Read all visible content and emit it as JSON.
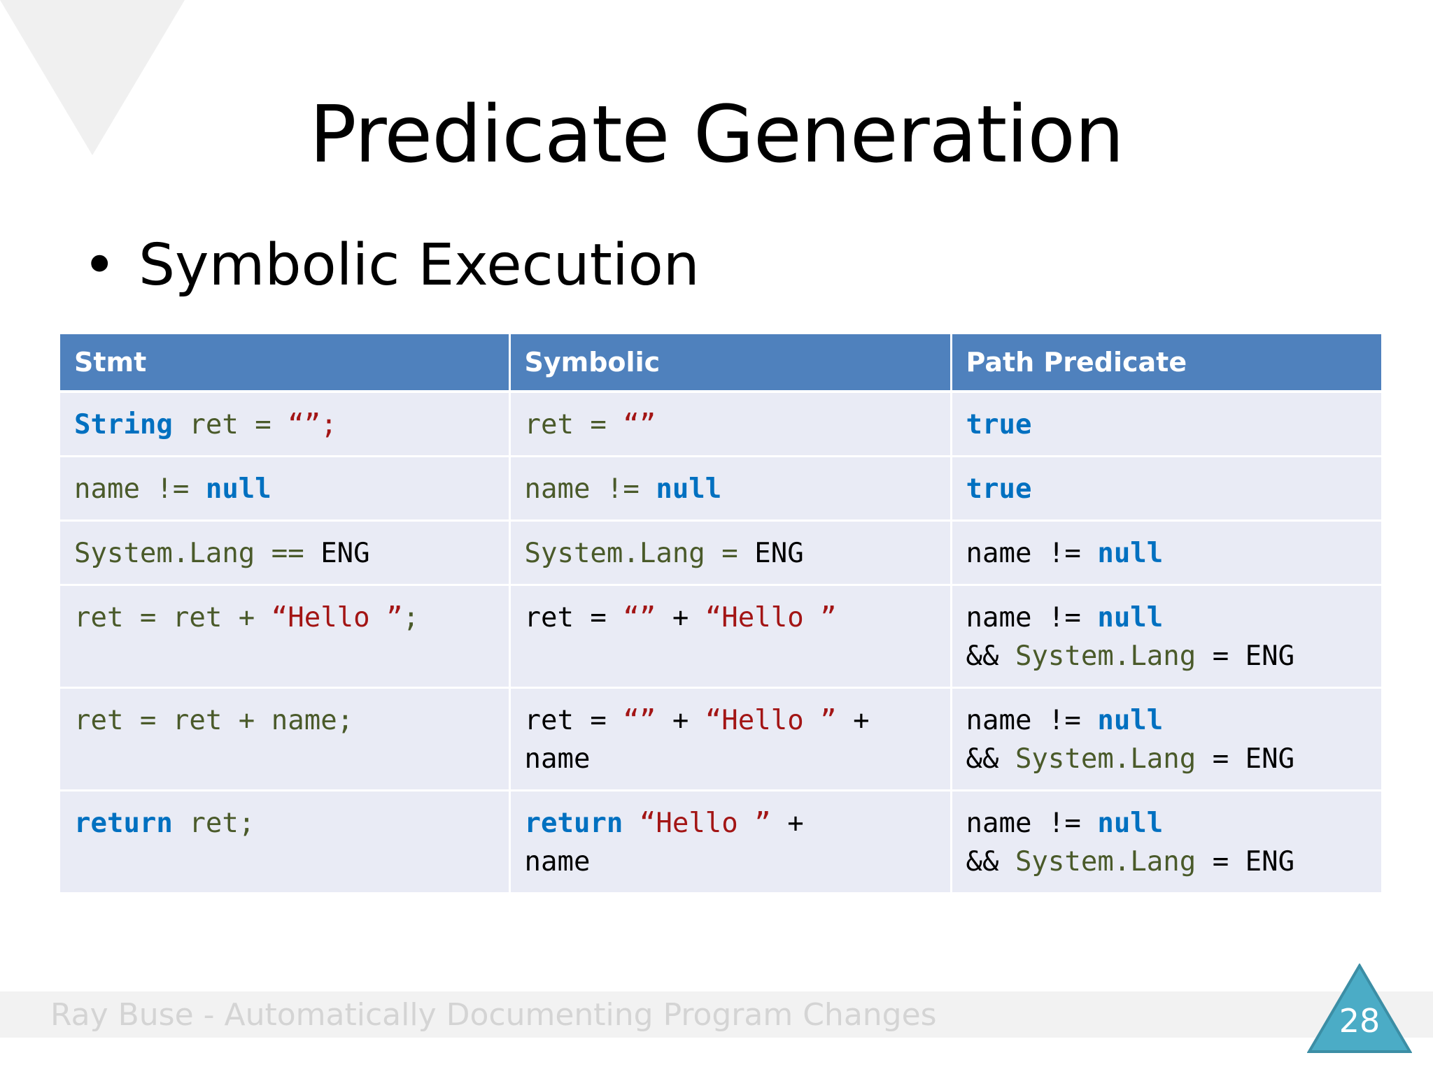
{
  "title": "Predicate Generation",
  "bullet": "Symbolic Execution",
  "table": {
    "headers": [
      "Stmt",
      "Symbolic",
      "Path Predicate"
    ],
    "rows": [
      [
        [
          [
            "String",
            "kw"
          ],
          [
            " ret = ",
            "id"
          ],
          [
            "“”;",
            "str"
          ]
        ],
        [
          [
            "ret = ",
            "id"
          ],
          [
            "“”",
            "str"
          ]
        ],
        [
          [
            "true",
            "kw"
          ]
        ]
      ],
      [
        [
          [
            "name != ",
            "id"
          ],
          [
            "null",
            "kw"
          ]
        ],
        [
          [
            "name != ",
            "id"
          ],
          [
            "null",
            "kw"
          ]
        ],
        [
          [
            "true",
            "kw"
          ]
        ]
      ],
      [
        [
          [
            "System.Lang == ",
            "id"
          ],
          [
            "ENG",
            "pl"
          ]
        ],
        [
          [
            "System.Lang = ",
            "id"
          ],
          [
            "ENG",
            "pl"
          ]
        ],
        [
          [
            "name != ",
            "pl"
          ],
          [
            "null",
            "kw"
          ]
        ]
      ],
      [
        [
          [
            "ret = ret + ",
            "id"
          ],
          [
            "“Hello ”",
            "str"
          ],
          [
            ";",
            "id"
          ]
        ],
        [
          [
            "ret = ",
            "pl"
          ],
          [
            "“”",
            "str"
          ],
          [
            " + ",
            "pl"
          ],
          [
            "“Hello ”",
            "str"
          ]
        ],
        [
          [
            "name != ",
            "pl"
          ],
          [
            "null",
            "kw"
          ],
          [
            "\n&& ",
            "pl"
          ],
          [
            "System.Lang",
            "id"
          ],
          [
            " = ENG",
            "pl"
          ]
        ]
      ],
      [
        [
          [
            "ret = ret + name;",
            "id"
          ]
        ],
        [
          [
            "ret = ",
            "pl"
          ],
          [
            "“”",
            "str"
          ],
          [
            " + ",
            "pl"
          ],
          [
            "“Hello ”",
            "str"
          ],
          [
            " +\nname",
            "pl"
          ]
        ],
        [
          [
            "name != ",
            "pl"
          ],
          [
            "null",
            "kw"
          ],
          [
            "\n&& ",
            "pl"
          ],
          [
            "System.Lang",
            "id"
          ],
          [
            " = ENG",
            "pl"
          ]
        ]
      ],
      [
        [
          [
            "return",
            "kw"
          ],
          [
            " ret;",
            "id"
          ]
        ],
        [
          [
            "return",
            "kw"
          ],
          [
            " ",
            "pl"
          ],
          [
            "“Hello ”",
            "str"
          ],
          [
            " +\nname",
            "pl"
          ]
        ],
        [
          [
            "name != ",
            "pl"
          ],
          [
            "null",
            "kw"
          ],
          [
            "\n&& ",
            "pl"
          ],
          [
            "System.Lang",
            "id"
          ],
          [
            " = ENG",
            "pl"
          ]
        ]
      ]
    ]
  },
  "footer": "Ray Buse - Automatically Documenting Program Changes",
  "page_number": "28",
  "colors": {
    "header_blue": "#4f81bd",
    "row_bg": "#e9ebf5",
    "keyword": "#0070c0",
    "identifier": "#4a5a2a",
    "string": "#a31515",
    "page_badge": "#4bacc6"
  }
}
